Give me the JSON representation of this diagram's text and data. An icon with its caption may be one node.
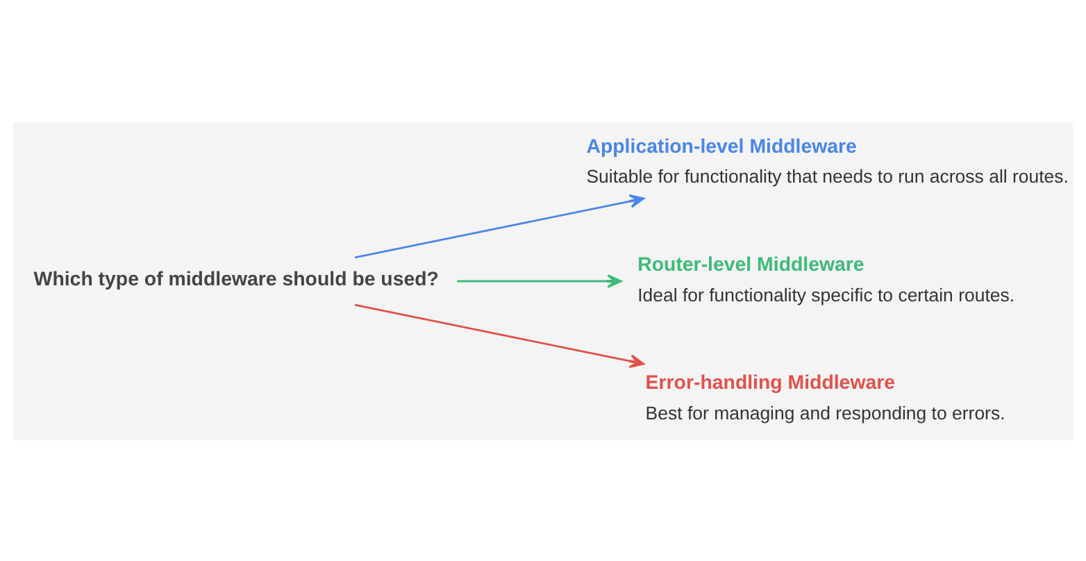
{
  "diagram": {
    "nodes": [
      {
        "text": [
          "Which type of middleware should be used?"
        ]
      },
      {
        "text": [
          "Application-level Middleware",
          "Suitable for functionality that needs to run across all routes."
        ]
      },
      {
        "text": [
          "Router-level Middleware",
          "Ideal for functionality specific to certain routes."
        ]
      },
      {
        "text": [
          "Error-handling Middleware",
          "Best for managing and responding to errors."
        ]
      }
    ],
    "edges": [
      {
        "from": 0,
        "to": 1,
        "arrow": "to",
        "color": "#4a86e8"
      },
      {
        "from": 0,
        "to": 2,
        "arrow": "to",
        "color": "#3dbb78"
      },
      {
        "from": 0,
        "to": 3,
        "arrow": "to",
        "color": "#e0524a"
      }
    ]
  }
}
